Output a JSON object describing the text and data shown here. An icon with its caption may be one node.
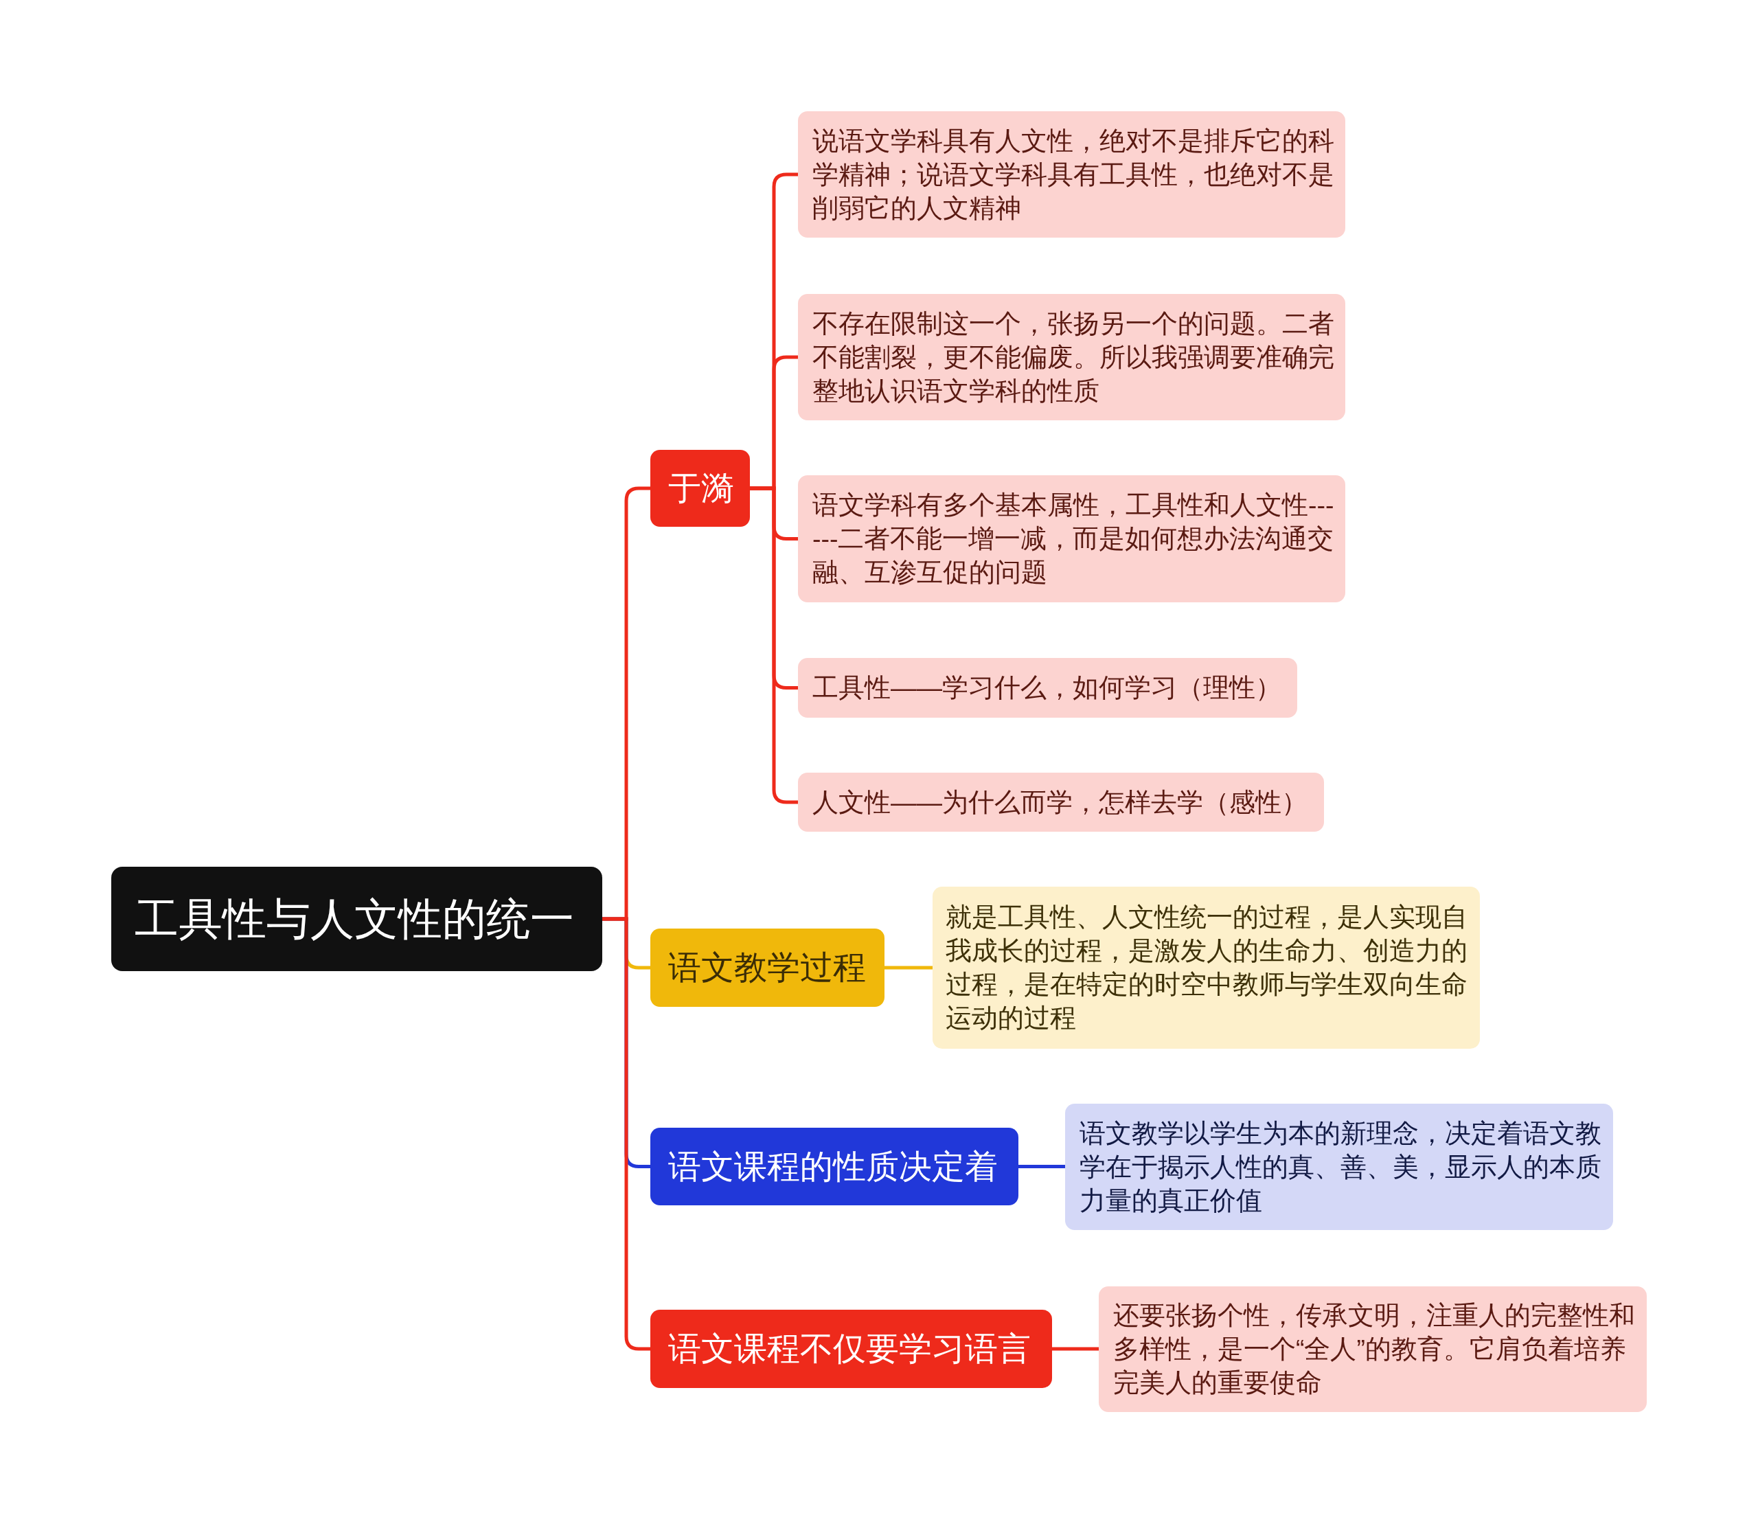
{
  "diagram": {
    "nodes": [
      {
        "text": [
          "工具性与人文性的统一"
        ]
      },
      {
        "text": [
          "于漪"
        ]
      },
      {
        "text": [
          "说语文学科具有人文性，绝对不是排斥它的科学精神；说语文学科具有工具性，也绝对不是削弱它的人文精神"
        ]
      },
      {
        "text": [
          "不存在限制这一个，张扬另一个的问题。二者不能割裂，更不能偏废。所以我强调要准确完整地认识语文学科的性质"
        ]
      },
      {
        "text": [
          "语文学科有多个基本属性，工具性和人文性------二者不能一增一减，而是如何想办法沟通交融、互渗互促的问题"
        ]
      },
      {
        "text": [
          "工具性——学习什么，如何学习（理性）"
        ]
      },
      {
        "text": [
          "人文性——为什么而学，怎样去学（感性）"
        ]
      },
      {
        "text": [
          "语文教学过程"
        ]
      },
      {
        "text": [
          "就是工具性、人文性统一的过程，是人实现自我成长的过程，是激发人的生命力、创造力的过程，是在特定的时空中教师与学生双向生命运动的过程"
        ]
      },
      {
        "text": [
          "语文课程的性质决定着"
        ]
      },
      {
        "text": [
          "语文教学以学生为本的新理念，决定着语文教学在于揭示人性的真、善、美，显示人的本质力量的真正价值"
        ]
      },
      {
        "text": [
          "语文课程不仅要学习语言"
        ]
      },
      {
        "text": [
          "还要张扬个性，传承文明，注重人的完整性和多样性，是一个“全人”的教育。它肩负着培养完美人的重要使命"
        ]
      }
    ],
    "edges": [
      {
        "from": 0,
        "to": 1,
        "arrow": "none"
      },
      {
        "from": 1,
        "to": 2,
        "arrow": "none"
      },
      {
        "from": 1,
        "to": 3,
        "arrow": "none"
      },
      {
        "from": 1,
        "to": 4,
        "arrow": "none"
      },
      {
        "from": 1,
        "to": 5,
        "arrow": "none"
      },
      {
        "from": 1,
        "to": 6,
        "arrow": "none"
      },
      {
        "from": 0,
        "to": 7,
        "arrow": "none",
        "color": "#f0b80b"
      },
      {
        "from": 7,
        "to": 8,
        "arrow": "none",
        "color": "#f0b80b"
      },
      {
        "from": 0,
        "to": 9,
        "arrow": "none",
        "color": "#2138d9"
      },
      {
        "from": 9,
        "to": 10,
        "arrow": "none",
        "color": "#2138d9"
      },
      {
        "from": 0,
        "to": 11,
        "arrow": "none"
      },
      {
        "from": 11,
        "to": 12,
        "arrow": "none"
      }
    ]
  }
}
